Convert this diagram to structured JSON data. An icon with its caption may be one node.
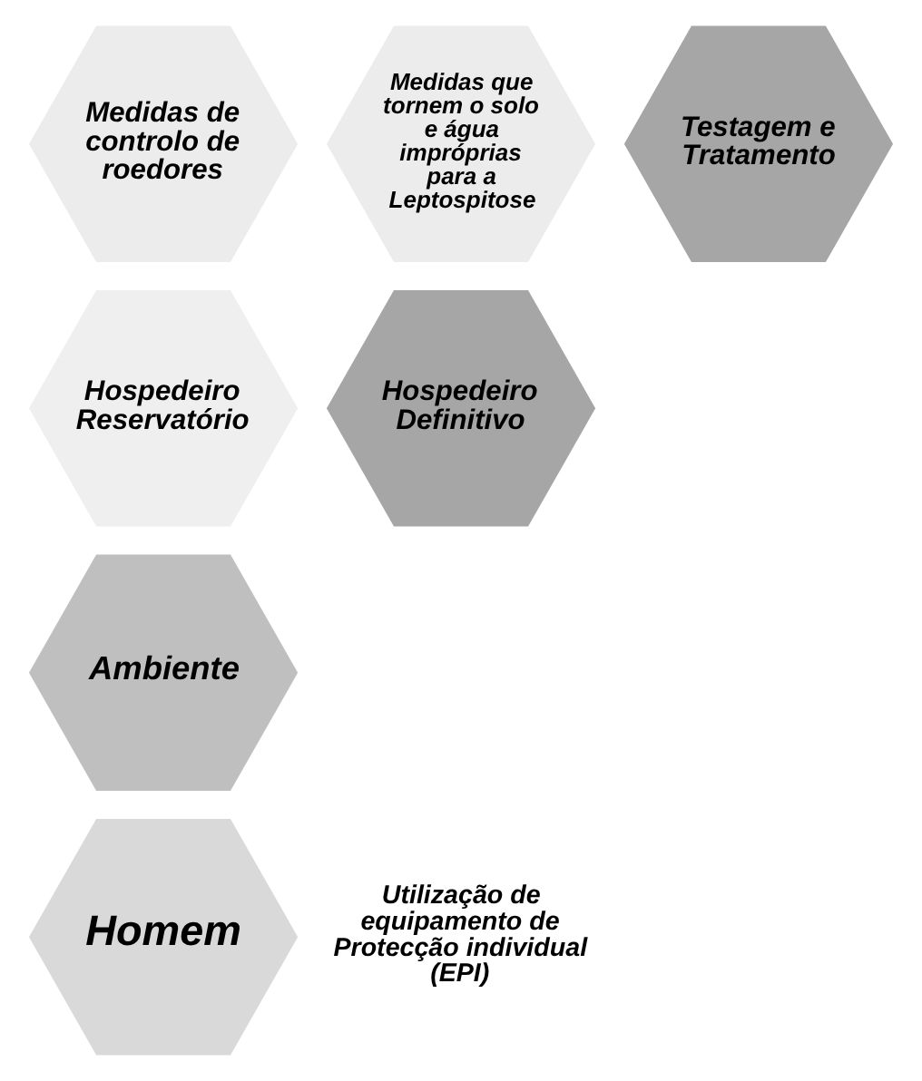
{
  "diagram": {
    "nodes": [
      {
        "text": [
          "Medidas de controlo de roedores"
        ]
      },
      {
        "text": [
          "Medidas que tornem o solo e água impróprias para a Leptospitose"
        ]
      },
      {
        "text": [
          "Testagem e Tratamento"
        ]
      },
      {
        "text": [
          "Hospedeiro Reservatório"
        ]
      },
      {
        "text": [
          "Hospedeiro Definitivo"
        ]
      },
      {
        "text": [
          "Ambiente"
        ]
      },
      {
        "text": [
          "Homem"
        ],
        "beside": [
          "Utilização de equipamento de Protecção individual (EPI)"
        ]
      }
    ]
  }
}
